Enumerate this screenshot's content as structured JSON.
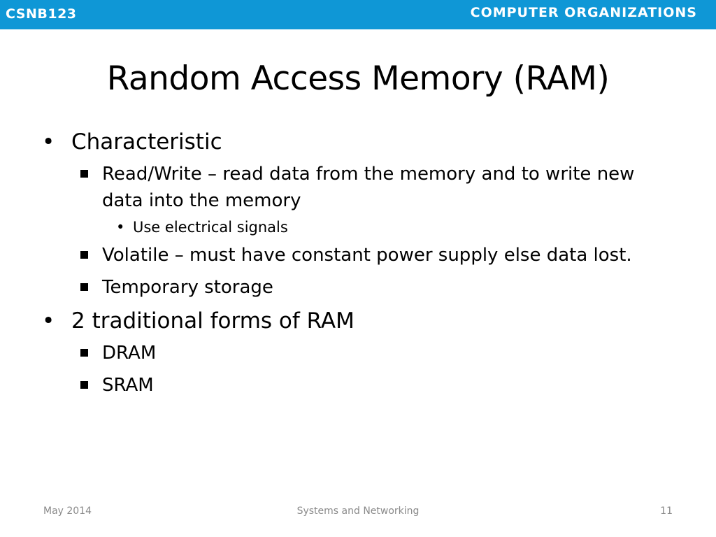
{
  "header": {
    "course_code": "CSNB123",
    "course_name": "COMPUTER ORGANIZATIONS",
    "bar_color": "#0f97d6"
  },
  "slide": {
    "title": "Random Access Memory (RAM)",
    "bullets": [
      {
        "text": "Characteristic",
        "children": [
          {
            "text": "Read/Write – read data from the memory and to write new data into the memory",
            "children": [
              {
                "text": "Use electrical signals"
              }
            ]
          },
          {
            "text": "Volatile – must have constant power supply else data lost."
          },
          {
            "text": "Temporary storage"
          }
        ]
      },
      {
        "text": "2 traditional forms of RAM",
        "children": [
          {
            "text": "DRAM"
          },
          {
            "text": "SRAM"
          }
        ]
      }
    ]
  },
  "footer": {
    "date": "May 2014",
    "subject": "Systems and Networking",
    "page_number": "11"
  }
}
